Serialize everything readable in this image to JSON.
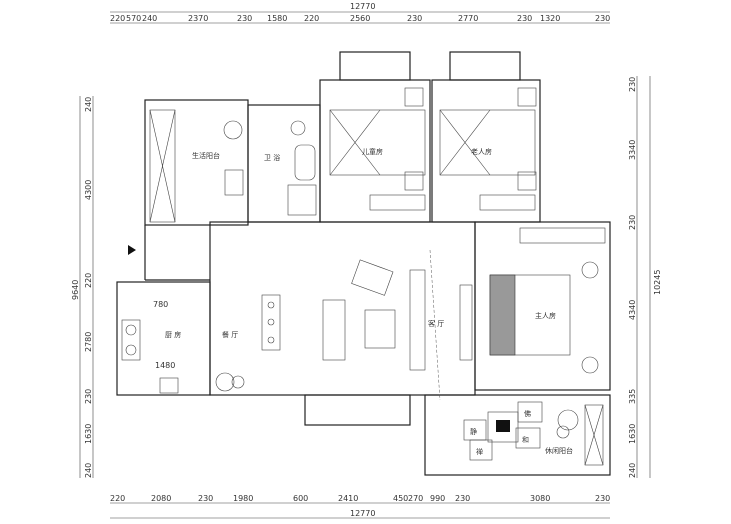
{
  "dimensions": {
    "top_total": "12770",
    "top": [
      "220",
      "570",
      "240",
      "2370",
      "230",
      "1580",
      "220",
      "2560",
      "230",
      "2770",
      "230",
      "1320",
      "230"
    ],
    "bottom": [
      "220",
      "2080",
      "230",
      "1980",
      "600",
      "2410",
      "450",
      "270",
      "990",
      "230",
      "3080",
      "230"
    ],
    "bottom_total": "12770",
    "left_total": "9640",
    "left": [
      "240",
      "4300",
      "220",
      "2780",
      "230",
      "1630",
      "240"
    ],
    "right_total": "10245",
    "right": [
      "230",
      "3340",
      "230",
      "4340",
      "335",
      "1630",
      "240"
    ],
    "kitchen_width": "780",
    "kitchen_length": "1480"
  },
  "rooms": {
    "service_balcony": "生活阳台",
    "bathroom": "卫 浴",
    "kids_room": "儿童房",
    "elder_room": "老人房",
    "kitchen": "厨 房",
    "dining": "餐 厅",
    "living": "客 厅",
    "master": "主人房",
    "leisure_balcony": "休闲阳台"
  },
  "decor": {
    "char1": "佛",
    "char2": "和",
    "char3": "静",
    "char4": "禅"
  }
}
